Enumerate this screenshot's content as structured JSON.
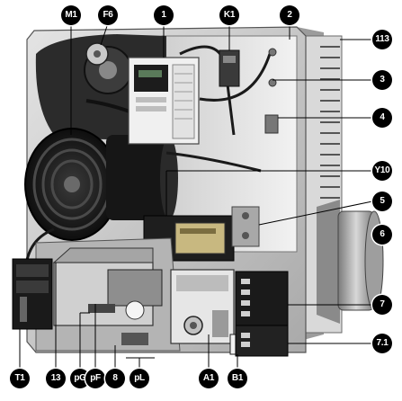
{
  "callouts": {
    "M1": "M1",
    "F6": "F6",
    "c1": "1",
    "K1": "K1",
    "c2": "2",
    "c113": "113",
    "c3": "3",
    "c4": "4",
    "Y10": "Y10",
    "c5": "5",
    "c6": "6",
    "c7": "7",
    "c71": "7.1",
    "T1": "T1",
    "c13": "13",
    "pG": "pG",
    "pF": "pF",
    "c8": "8",
    "pL": "pL",
    "A1": "A1",
    "B1": "B1"
  },
  "colors": {
    "casing": "#d6d6d6",
    "dark": "#1a1a1a",
    "control_box": "#e8e8e8",
    "callout": "#000000"
  },
  "icons": [
    "motor-icon",
    "transformer-icon",
    "controller-icon"
  ]
}
